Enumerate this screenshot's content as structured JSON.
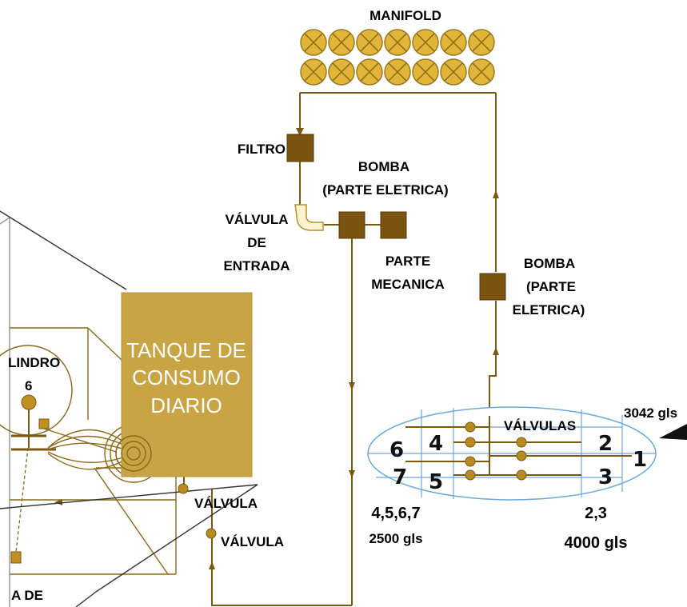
{
  "labels": {
    "manifold": "MANIFOLD",
    "filtro": "FILTRO",
    "bomba_title": "BOMBA",
    "bomba_sub": "(PARTE ELETRICA)",
    "valvula_entrada_1": "VÁLVULA",
    "valvula_entrada_2": "DE",
    "valvula_entrada_3": "ENTRADA",
    "parte_mecanica_1": "PARTE",
    "parte_mecanica_2": "MECANICA",
    "bomba_right_1": "BOMBA",
    "bomba_right_2": "(PARTE",
    "bomba_right_3": "ELETRICA)",
    "tanque_1": "TANQUE DE",
    "tanque_2": "CONSUMO",
    "tanque_3": "DIARIO",
    "cilindro": "LINDRO",
    "cilindro_num": "6",
    "valvula_1": "VÁLVULA",
    "valvula_2": "VÁLVULA",
    "a_de": "A DE",
    "valvulas": "VÁLVULAS",
    "capacity_top": "3042 gls",
    "group_left": "4,5,6,7",
    "group_left_cap": "2500 gls",
    "group_right": "2,3",
    "group_right_cap": "4000 gls"
  },
  "tank_numbers": [
    "6",
    "4",
    "7",
    "5",
    "2",
    "1",
    "3"
  ],
  "colors": {
    "pipe": "#7a5a10",
    "box": "#7a5410",
    "tank": "#c9a445",
    "cylinder": "#e0b53a",
    "ellipse_border": "#6fa8d8"
  }
}
